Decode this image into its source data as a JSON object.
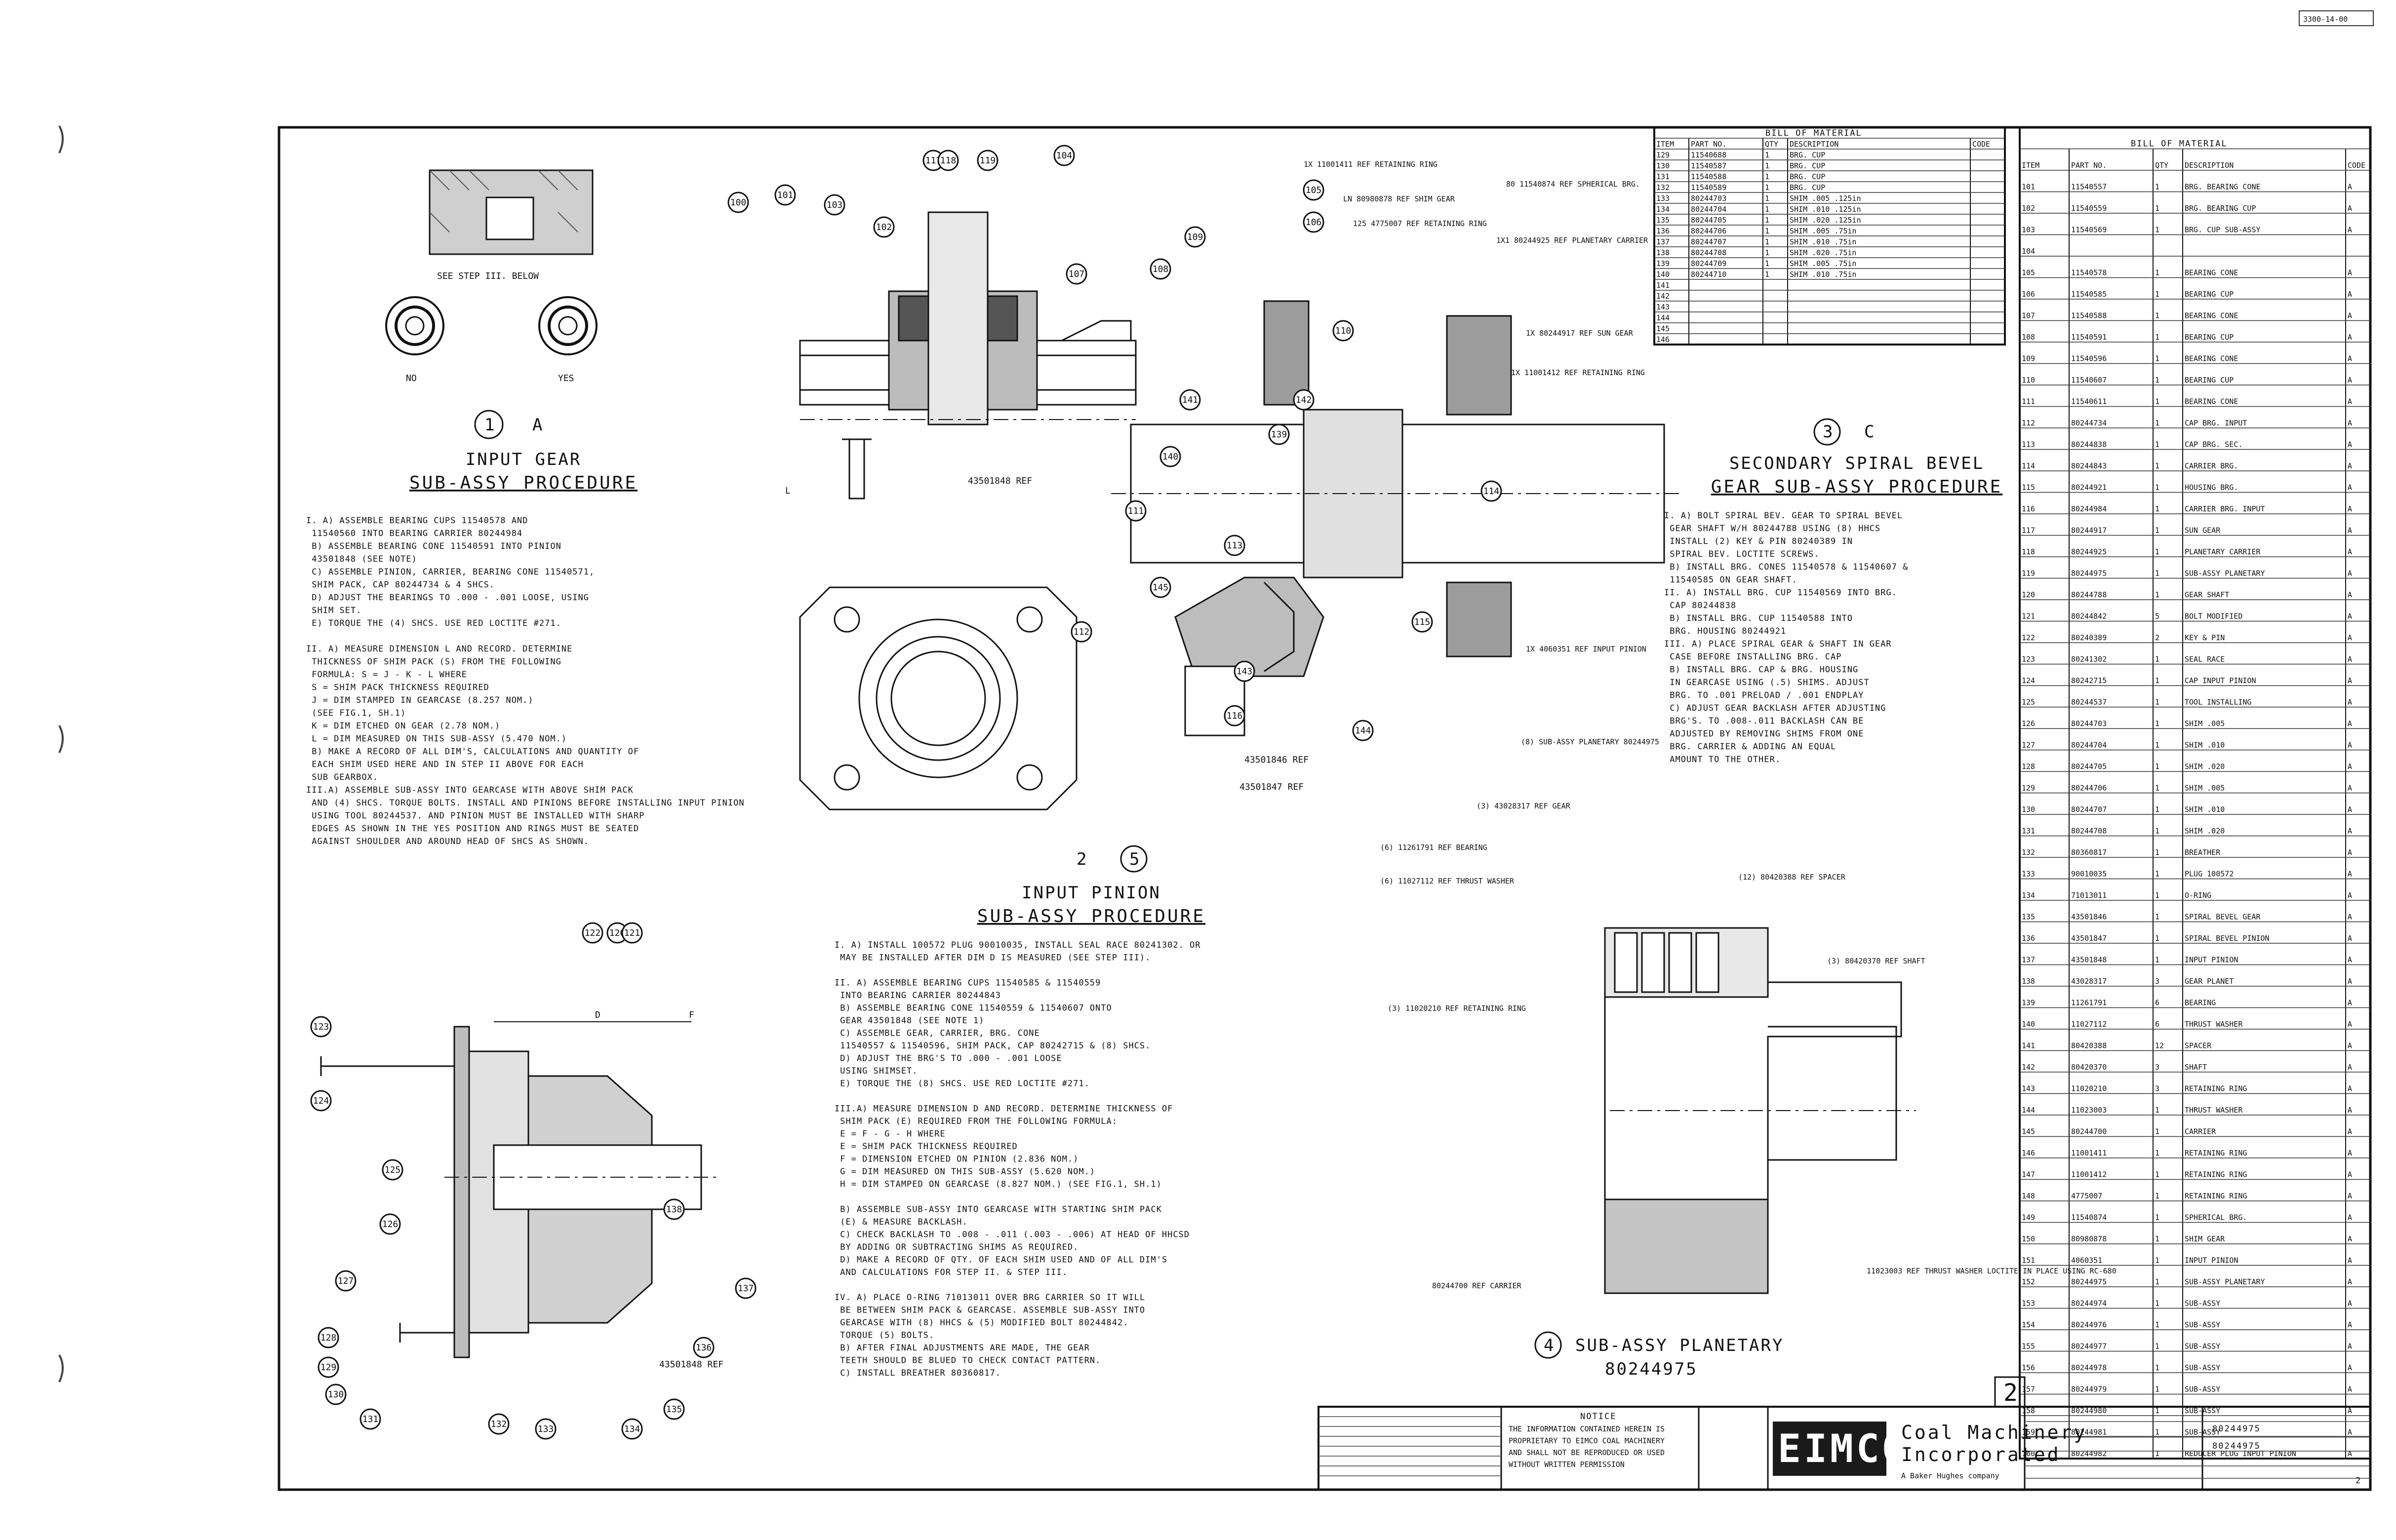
{
  "drawing": {
    "corner_ref": "3300-14-00",
    "sheet_number": "2"
  },
  "sections": [
    {
      "num": "1",
      "letter": "A",
      "title1": "INPUT GEAR",
      "title2": "SUB-ASSY PROCEDURE"
    },
    {
      "num": "2",
      "letter": "5",
      "title1": "INPUT PINION",
      "title2": "SUB-ASSY PROCEDURE"
    },
    {
      "num": "3",
      "letter": "C",
      "title1": "SECONDARY SPIRAL BEVEL",
      "title2": "GEAR SUB-ASSY PROCEDURE"
    },
    {
      "num": "4",
      "letter": "",
      "title1": "SUB-ASSY PLANETARY",
      "title2": "80244975"
    }
  ],
  "detail_labels": {
    "see_step": "SEE STEP III. BELOW",
    "no": "NO",
    "yes": "YES"
  },
  "proc1": [
    "I. A) ASSEMBLE BEARING CUPS 11540578 AND",
    "       11540560 INTO BEARING CARRIER 80244984",
    "   B) ASSEMBLE BEARING CONE 11540591 INTO PINION",
    "       43501848 (SEE NOTE)",
    "   C) ASSEMBLE PINION, CARRIER, BEARING CONE 11540571,",
    "       SHIM PACK, CAP 80244734 & 4 SHCS.",
    "   D) ADJUST THE BEARINGS TO .000 - .001 LOOSE, USING",
    "       SHIM SET.",
    "   E) TORQUE THE (4) SHCS. USE RED LOCTITE #271.",
    "",
    "II. A) MEASURE DIMENSION L AND RECORD. DETERMINE",
    "       THICKNESS OF SHIM PACK (S) FROM THE FOLLOWING",
    "       FORMULA:  S = J - K - L   WHERE",
    "          S = SHIM PACK THICKNESS REQUIRED",
    "          J = DIM STAMPED IN GEARCASE (8.257 NOM.)",
    "              (SEE FIG.1, SH.1)",
    "          K = DIM ETCHED ON GEAR (2.78 NOM.)",
    "          L = DIM MEASURED ON THIS SUB-ASSY (5.470 NOM.)",
    "   B) MAKE A RECORD OF ALL DIM'S, CALCULATIONS AND QUANTITY OF",
    "       EACH SHIM USED HERE AND IN STEP II ABOVE FOR EACH",
    "       SUB GEARBOX.",
    "III.A) ASSEMBLE SUB-ASSY INTO GEARCASE WITH ABOVE SHIM PACK",
    "       AND (4) SHCS. TORQUE BOLTS. INSTALL AND PINIONS BEFORE INSTALLING INPUT PINION",
    "       USING TOOL 80244537. AND PINION MUST BE INSTALLED WITH SHARP",
    "       EDGES AS SHOWN IN THE YES POSITION AND RINGS MUST BE SEATED",
    "       AGAINST SHOULDER AND AROUND HEAD OF SHCS AS SHOWN."
  ],
  "proc2": [
    "I. A) INSTALL 100572 PLUG 90010035, INSTALL SEAL RACE 80241302. OR",
    "       MAY BE INSTALLED AFTER DIM D IS MEASURED (SEE STEP III).",
    "",
    "II. A) ASSEMBLE BEARING CUPS 11540585 & 11540559",
    "       INTO BEARING CARRIER 80244843",
    "   B) ASSEMBLE BEARING CONE 11540559 & 11540607 ONTO",
    "       GEAR 43501848 (SEE NOTE 1)",
    "   C) ASSEMBLE GEAR, CARRIER, BRG. CONE",
    "       11540557 & 11540596, SHIM PACK, CAP 80242715 & (8) SHCS.",
    "   D) ADJUST THE BRG'S TO .000 - .001 LOOSE",
    "       USING SHIMSET.",
    "   E) TORQUE THE (8) SHCS. USE RED LOCTITE #271.",
    "",
    "III.A) MEASURE DIMENSION D AND RECORD. DETERMINE THICKNESS OF",
    "       SHIM PACK (E) REQUIRED FROM THE FOLLOWING FORMULA:",
    "          E = F - G - H   WHERE",
    "          E = SHIM PACK THICKNESS REQUIRED",
    "          F = DIMENSION ETCHED ON PINION (2.836 NOM.)",
    "          G = DIM MEASURED ON THIS SUB-ASSY (5.620 NOM.)",
    "          H = DIM STAMPED ON GEARCASE (8.827 NOM.) (SEE FIG.1, SH.1)",
    "",
    "   B) ASSEMBLE SUB-ASSY INTO GEARCASE WITH STARTING SHIM PACK",
    "       (E) & MEASURE BACKLASH.",
    "   C) CHECK BACKLASH TO .008 - .011 (.003 - .006) AT HEAD OF HHCSD",
    "       BY ADDING OR SUBTRACTING SHIMS AS REQUIRED.",
    "   D) MAKE A RECORD OF QTY. OF EACH SHIM USED AND OF ALL DIM'S",
    "       AND CALCULATIONS FOR STEP II. & STEP III.",
    "",
    "IV. A) PLACE O-RING 71013011 OVER BRG CARRIER SO IT WILL",
    "       BE BETWEEN SHIM PACK & GEARCASE. ASSEMBLE SUB-ASSY INTO",
    "       GEARCASE WITH (8) HHCS & (5) MODIFIED BOLT 80244842.",
    "       TORQUE (5) BOLTS.",
    "   B) AFTER FINAL ADJUSTMENTS ARE MADE, THE GEAR",
    "       TEETH SHOULD BE BLUED TO CHECK CONTACT PATTERN.",
    "   C) INSTALL BREATHER 80360817."
  ],
  "proc3": [
    "I. A) BOLT SPIRAL BEV. GEAR TO SPIRAL BEVEL",
    "       GEAR SHAFT W/H 80244788 USING (8) HHCS",
    "       INSTALL (2) KEY & PIN 80240389 IN",
    "       SPIRAL BEV. LOCTITE SCREWS.",
    "   B) INSTALL BRG. CONES 11540578 & 11540607 &",
    "       11540585 ON GEAR SHAFT.",
    "II. A) INSTALL BRG. CUP 11540569 INTO BRG.",
    "       CAP 80244838",
    "   B) INSTALL BRG. CUP 11540588 INTO",
    "       BRG. HOUSING 80244921",
    "III. A) PLACE SPIRAL GEAR & SHAFT IN GEAR",
    "       CASE BEFORE INSTALLING BRG. CAP",
    "   B) INSTALL BRG. CAP & BRG. HOUSING",
    "       IN GEARCASE USING (.5) SHIMS. ADJUST",
    "       BRG. TO .001 PRELOAD / .001 ENDPLAY",
    "   C) ADJUST GEAR BACKLASH AFTER ADJUSTING",
    "       BRG'S. TO .008-.011 BACKLASH CAN BE",
    "       ADJUSTED BY REMOVING SHIMS FROM ONE",
    "       BRG. CARRIER & ADDING AN EQUAL",
    "       AMOUNT TO THE OTHER."
  ],
  "callouts": {
    "pinion_ref": "43501848 REF",
    "gear_ref_a": "43501846 REF",
    "gear_ref_b": "43501847 REF",
    "pinion_ref_b": "43501848 REF",
    "sec_a": "1X 11001411 REF RETAINING RING",
    "sec_b": "LN 80980878 REF SHIM GEAR",
    "sec_c": "125 4775007 REF RETAINING RING",
    "sec_d": "80 11540874 REF SPHERICAL BRG.",
    "sec_e": "1X1 80244925 REF PLANETARY CARRIER",
    "sec_f": "1X 80244917 REF SUN GEAR",
    "sec_g": "1X 11001412 REF RETAINING RING",
    "sec_h": "1X 4060351 REF INPUT PINION",
    "sec_i": "(8) SUB-ASSY PLANETARY 80244975",
    "pl_a": "(3) 43028317 REF GEAR",
    "pl_b": "(6) 11261791 REF BEARING",
    "pl_c": "(6) 11027112 REF THRUST WASHER",
    "pl_d": "(12) 80420388 REF SPACER",
    "pl_e": "(3) 80420370 REF SHAFT",
    "pl_f": "(3) 11020210 REF RETAINING RING",
    "pl_g": "80244700 REF CARRIER",
    "pl_h": "11023003 REF THRUST WASHER LOCTITE IN PLACE USING RC-680",
    "dim_l": "L",
    "dim_d": "D",
    "dim_f": "F"
  },
  "bom_left": {
    "title": "BILL OF MATERIAL",
    "headers": [
      "ITEM",
      "PART NO.",
      "QTY",
      "DESCRIPTION",
      "CODE"
    ],
    "rows": [
      [
        "129",
        "11540688",
        "1",
        "BRG. CUP",
        ""
      ],
      [
        "130",
        "11540587",
        "1",
        "BRG. CUP",
        ""
      ],
      [
        "131",
        "11540588",
        "1",
        "BRG. CUP",
        ""
      ],
      [
        "132",
        "11540589",
        "1",
        "BRG. CUP",
        ""
      ],
      [
        "133",
        "80244703",
        "1",
        "SHIM  .005  .125in",
        ""
      ],
      [
        "134",
        "80244704",
        "1",
        "SHIM  .010  .125in",
        ""
      ],
      [
        "135",
        "80244705",
        "1",
        "SHIM  .020  .125in",
        ""
      ],
      [
        "136",
        "80244706",
        "1",
        "SHIM  .005  .75in",
        ""
      ],
      [
        "137",
        "80244707",
        "1",
        "SHIM  .010  .75in",
        ""
      ],
      [
        "138",
        "80244708",
        "1",
        "SHIM  .020  .75in",
        ""
      ],
      [
        "139",
        "80244709",
        "1",
        "SHIM  .005  .75in",
        ""
      ],
      [
        "140",
        "80244710",
        "1",
        "SHIM  .010  .75in",
        ""
      ],
      [
        "141",
        "",
        "",
        "",
        ""
      ],
      [
        "142",
        "",
        "",
        "",
        ""
      ],
      [
        "143",
        "",
        "",
        "",
        ""
      ],
      [
        "144",
        "",
        "",
        "",
        ""
      ],
      [
        "145",
        "",
        "",
        "",
        ""
      ],
      [
        "146",
        "",
        "",
        "",
        ""
      ]
    ]
  },
  "bom_right": {
    "title": "BILL OF MATERIAL",
    "headers": [
      "ITEM",
      "PART NO.",
      "QTY",
      "DESCRIPTION",
      "CODE"
    ],
    "rows": [
      [
        "101",
        "11540557",
        "1",
        "BRG. BEARING CONE",
        "A"
      ],
      [
        "102",
        "11540559",
        "1",
        "BRG. BEARING CUP",
        "A"
      ],
      [
        "103",
        "11540569",
        "1",
        "BRG. CUP SUB-ASSY",
        "A"
      ],
      [
        "104",
        "",
        "",
        "",
        ""
      ],
      [
        "105",
        "11540578",
        "1",
        "BEARING CONE",
        "A"
      ],
      [
        "106",
        "11540585",
        "1",
        "BEARING CUP",
        "A"
      ],
      [
        "107",
        "11540588",
        "1",
        "BEARING CONE",
        "A"
      ],
      [
        "108",
        "11540591",
        "1",
        "BEARING CUP",
        "A"
      ],
      [
        "109",
        "11540596",
        "1",
        "BEARING CONE",
        "A"
      ],
      [
        "110",
        "11540607",
        "1",
        "BEARING CUP",
        "A"
      ],
      [
        "111",
        "11540611",
        "1",
        "BEARING CONE",
        "A"
      ],
      [
        "112",
        "80244734",
        "1",
        "CAP BRG. INPUT",
        "A"
      ],
      [
        "113",
        "80244838",
        "1",
        "CAP BRG. SEC.",
        "A"
      ],
      [
        "114",
        "80244843",
        "1",
        "CARRIER BRG.",
        "A"
      ],
      [
        "115",
        "80244921",
        "1",
        "HOUSING BRG.",
        "A"
      ],
      [
        "116",
        "80244984",
        "1",
        "CARRIER BRG. INPUT",
        "A"
      ],
      [
        "117",
        "80244917",
        "1",
        "SUN GEAR",
        "A"
      ],
      [
        "118",
        "80244925",
        "1",
        "PLANETARY CARRIER",
        "A"
      ],
      [
        "119",
        "80244975",
        "1",
        "SUB-ASSY PLANETARY",
        "A"
      ],
      [
        "120",
        "80244788",
        "1",
        "GEAR SHAFT",
        "A"
      ],
      [
        "121",
        "80244842",
        "5",
        "BOLT MODIFIED",
        "A"
      ],
      [
        "122",
        "80240389",
        "2",
        "KEY & PIN",
        "A"
      ],
      [
        "123",
        "80241302",
        "1",
        "SEAL RACE",
        "A"
      ],
      [
        "124",
        "80242715",
        "1",
        "CAP INPUT PINION",
        "A"
      ],
      [
        "125",
        "80244537",
        "1",
        "TOOL INSTALLING",
        "A"
      ],
      [
        "126",
        "80244703",
        "1",
        "SHIM .005",
        "A"
      ],
      [
        "127",
        "80244704",
        "1",
        "SHIM .010",
        "A"
      ],
      [
        "128",
        "80244705",
        "1",
        "SHIM .020",
        "A"
      ],
      [
        "129",
        "80244706",
        "1",
        "SHIM .005",
        "A"
      ],
      [
        "130",
        "80244707",
        "1",
        "SHIM .010",
        "A"
      ],
      [
        "131",
        "80244708",
        "1",
        "SHIM .020",
        "A"
      ],
      [
        "132",
        "80360817",
        "1",
        "BREATHER",
        "A"
      ],
      [
        "133",
        "90010035",
        "1",
        "PLUG 100572",
        "A"
      ],
      [
        "134",
        "71013011",
        "1",
        "O-RING",
        "A"
      ],
      [
        "135",
        "43501846",
        "1",
        "SPIRAL BEVEL GEAR",
        "A"
      ],
      [
        "136",
        "43501847",
        "1",
        "SPIRAL BEVEL PINION",
        "A"
      ],
      [
        "137",
        "43501848",
        "1",
        "INPUT PINION",
        "A"
      ],
      [
        "138",
        "43028317",
        "3",
        "GEAR PLANET",
        "A"
      ],
      [
        "139",
        "11261791",
        "6",
        "BEARING",
        "A"
      ],
      [
        "140",
        "11027112",
        "6",
        "THRUST WASHER",
        "A"
      ],
      [
        "141",
        "80420388",
        "12",
        "SPACER",
        "A"
      ],
      [
        "142",
        "80420370",
        "3",
        "SHAFT",
        "A"
      ],
      [
        "143",
        "11020210",
        "3",
        "RETAINING RING",
        "A"
      ],
      [
        "144",
        "11023003",
        "1",
        "THRUST WASHER",
        "A"
      ],
      [
        "145",
        "80244700",
        "1",
        "CARRIER",
        "A"
      ],
      [
        "146",
        "11001411",
        "1",
        "RETAINING RING",
        "A"
      ],
      [
        "147",
        "11001412",
        "1",
        "RETAINING RING",
        "A"
      ],
      [
        "148",
        "4775007",
        "1",
        "RETAINING RING",
        "A"
      ],
      [
        "149",
        "11540874",
        "1",
        "SPHERICAL BRG.",
        "A"
      ],
      [
        "150",
        "80980878",
        "1",
        "SHIM GEAR",
        "A"
      ],
      [
        "151",
        "4060351",
        "1",
        "INPUT PINION",
        "A"
      ],
      [
        "152",
        "80244975",
        "1",
        "SUB-ASSY PLANETARY",
        "A"
      ],
      [
        "153",
        "80244974",
        "1",
        "SUB-ASSY",
        "A"
      ],
      [
        "154",
        "80244976",
        "1",
        "SUB-ASSY",
        "A"
      ],
      [
        "155",
        "80244977",
        "1",
        "SUB-ASSY",
        "A"
      ],
      [
        "156",
        "80244978",
        "1",
        "SUB-ASSY",
        "A"
      ],
      [
        "157",
        "80244979",
        "1",
        "SUB-ASSY",
        "A"
      ],
      [
        "158",
        "80244980",
        "1",
        "SUB-ASSY",
        "A"
      ],
      [
        "159",
        "80244981",
        "1",
        "SUB-ASSY",
        "A"
      ],
      [
        "160",
        "80244982",
        "1",
        "REDUCER PLUG INPUT PINION",
        "A"
      ]
    ]
  },
  "title_block": {
    "notice_head": "NOTICE",
    "notice_lines": [
      "THE INFORMATION CONTAINED HEREIN IS",
      "PROPRIETARY TO EIMCO COAL MACHINERY",
      "AND SHALL NOT BE REPRODUCED OR USED",
      "WITHOUT WRITTEN PERMISSION"
    ],
    "logo": "EIMCO",
    "company1": "Coal Machinery",
    "company2": "Incorporated",
    "company3": "A Baker Hughes company",
    "dwg_no": "80244975",
    "dwg_no2": "80244975",
    "sht": "2"
  }
}
